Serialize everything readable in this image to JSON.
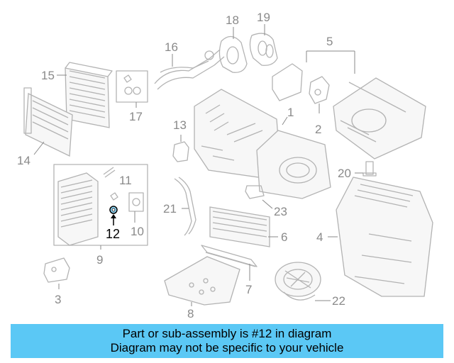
{
  "callouts": {
    "c1": "1",
    "c2": "2",
    "c3": "3",
    "c4": "4",
    "c5": "5",
    "c6": "6",
    "c7": "7",
    "c8": "8",
    "c9": "9",
    "c10": "10",
    "c11": "11",
    "c12": "12",
    "c13": "13",
    "c14": "14",
    "c15": "15",
    "c16": "16",
    "c17": "17",
    "c18": "18",
    "c19": "19",
    "c20": "20",
    "c21": "21",
    "c22": "22",
    "c23": "23"
  },
  "highlighted_part": "12",
  "colors": {
    "banner": "#5bc8f5",
    "highlight": "#000000",
    "linework": "#b3b3b3"
  },
  "banner": {
    "line1": "Part or sub-assembly is #12 in diagram",
    "line2": "Diagram may not be specific to your vehicle"
  }
}
